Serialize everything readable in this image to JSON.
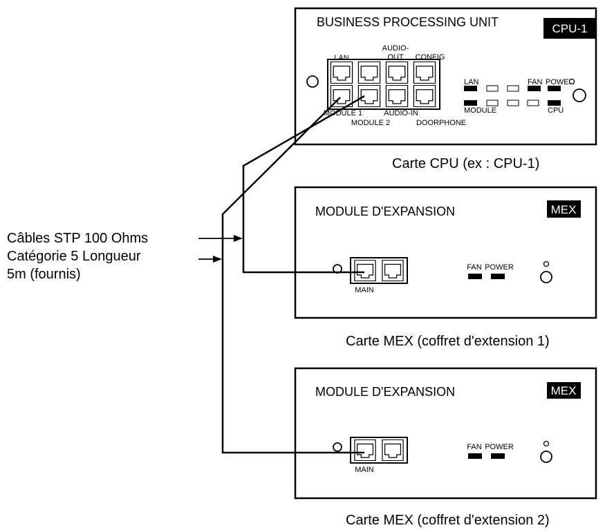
{
  "cpu": {
    "title": "BUSINESS PROCESSING UNIT",
    "badge": "CPU-1",
    "ports": {
      "lan": "LAN",
      "audio_out_1": "AUDIO-",
      "audio_out_2": "OUT",
      "config": "CONFIG",
      "module1": "MODULE 1",
      "module2": "MODULE 2",
      "audio_in": "AUDIO-IN",
      "doorphone": "DOORPHONE"
    },
    "leds": {
      "lan": "LAN",
      "fan": "FAN",
      "power": "POWER",
      "module": "MODULE",
      "cpu": "CPU"
    },
    "caption": "Carte CPU (ex : CPU-1)"
  },
  "mex1": {
    "title": "MODULE D'EXPANSION",
    "badge": "MEX",
    "port_main": "MAIN",
    "led_fan": "FAN",
    "led_power": "POWER",
    "caption": "Carte MEX (coffret d'extension 1)"
  },
  "mex2": {
    "title": "MODULE D'EXPANSION",
    "badge": "MEX",
    "port_main": "MAIN",
    "led_fan": "FAN",
    "led_power": "POWER",
    "caption": "Carte MEX (coffret d'extension 2)"
  },
  "cable_label": {
    "line1": "Câbles STP 100 Ohms",
    "line2": "Catégorie 5 Longueur",
    "line3": "5m (fournis)"
  }
}
